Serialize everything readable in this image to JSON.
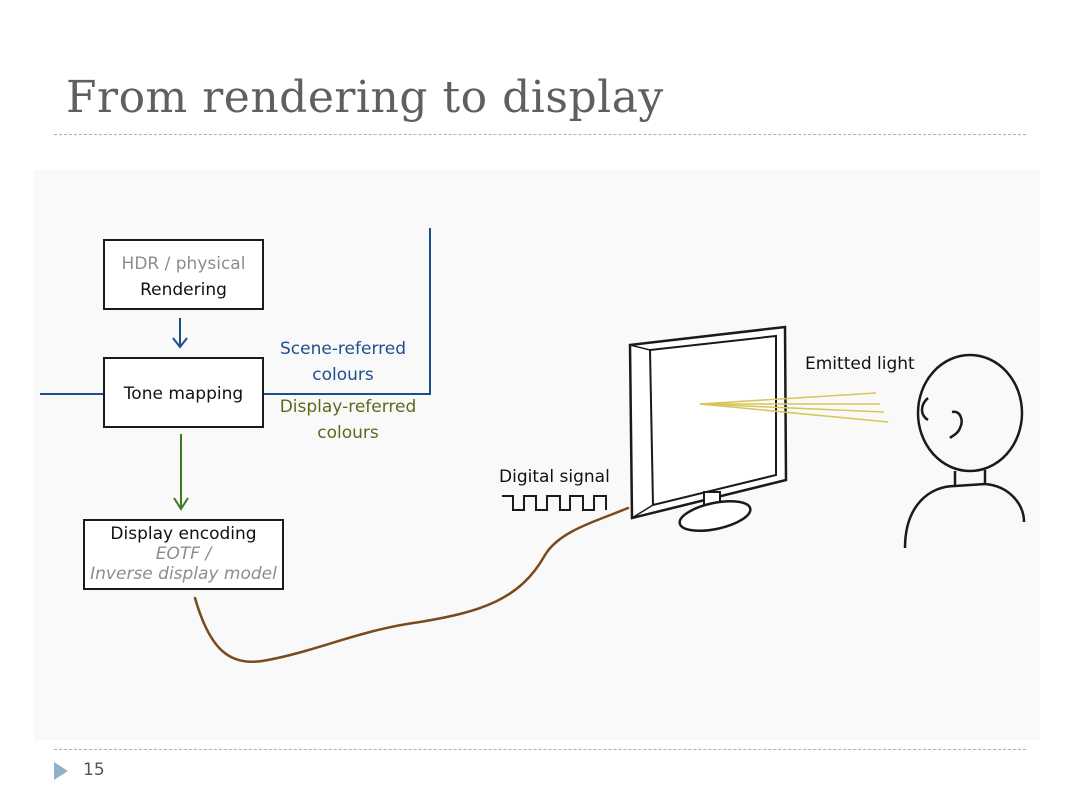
{
  "slide": {
    "title": "From rendering to display",
    "page_number": "15"
  },
  "diagram": {
    "render_box": {
      "line1": "HDR / physical",
      "line2": "Rendering"
    },
    "tone_box": {
      "label": "Tone mapping"
    },
    "encode_box": {
      "line1": "Display encoding",
      "line2": "EOTF /",
      "line3": "Inverse display model"
    },
    "scene_label": {
      "line1": "Scene-referred",
      "line2": "colours"
    },
    "display_label": {
      "line1": "Display-referred",
      "line2": "colours"
    },
    "signal_label": "Digital signal",
    "light_label": "Emitted light"
  },
  "colors": {
    "title": "#5f5f5f",
    "blue_line": "#1f4e8c",
    "green_arrow": "#3d7a1e",
    "cable": "#7a4a1c",
    "light_rays": "#d8c65a",
    "accent_triangle": "#8fb2c9"
  }
}
